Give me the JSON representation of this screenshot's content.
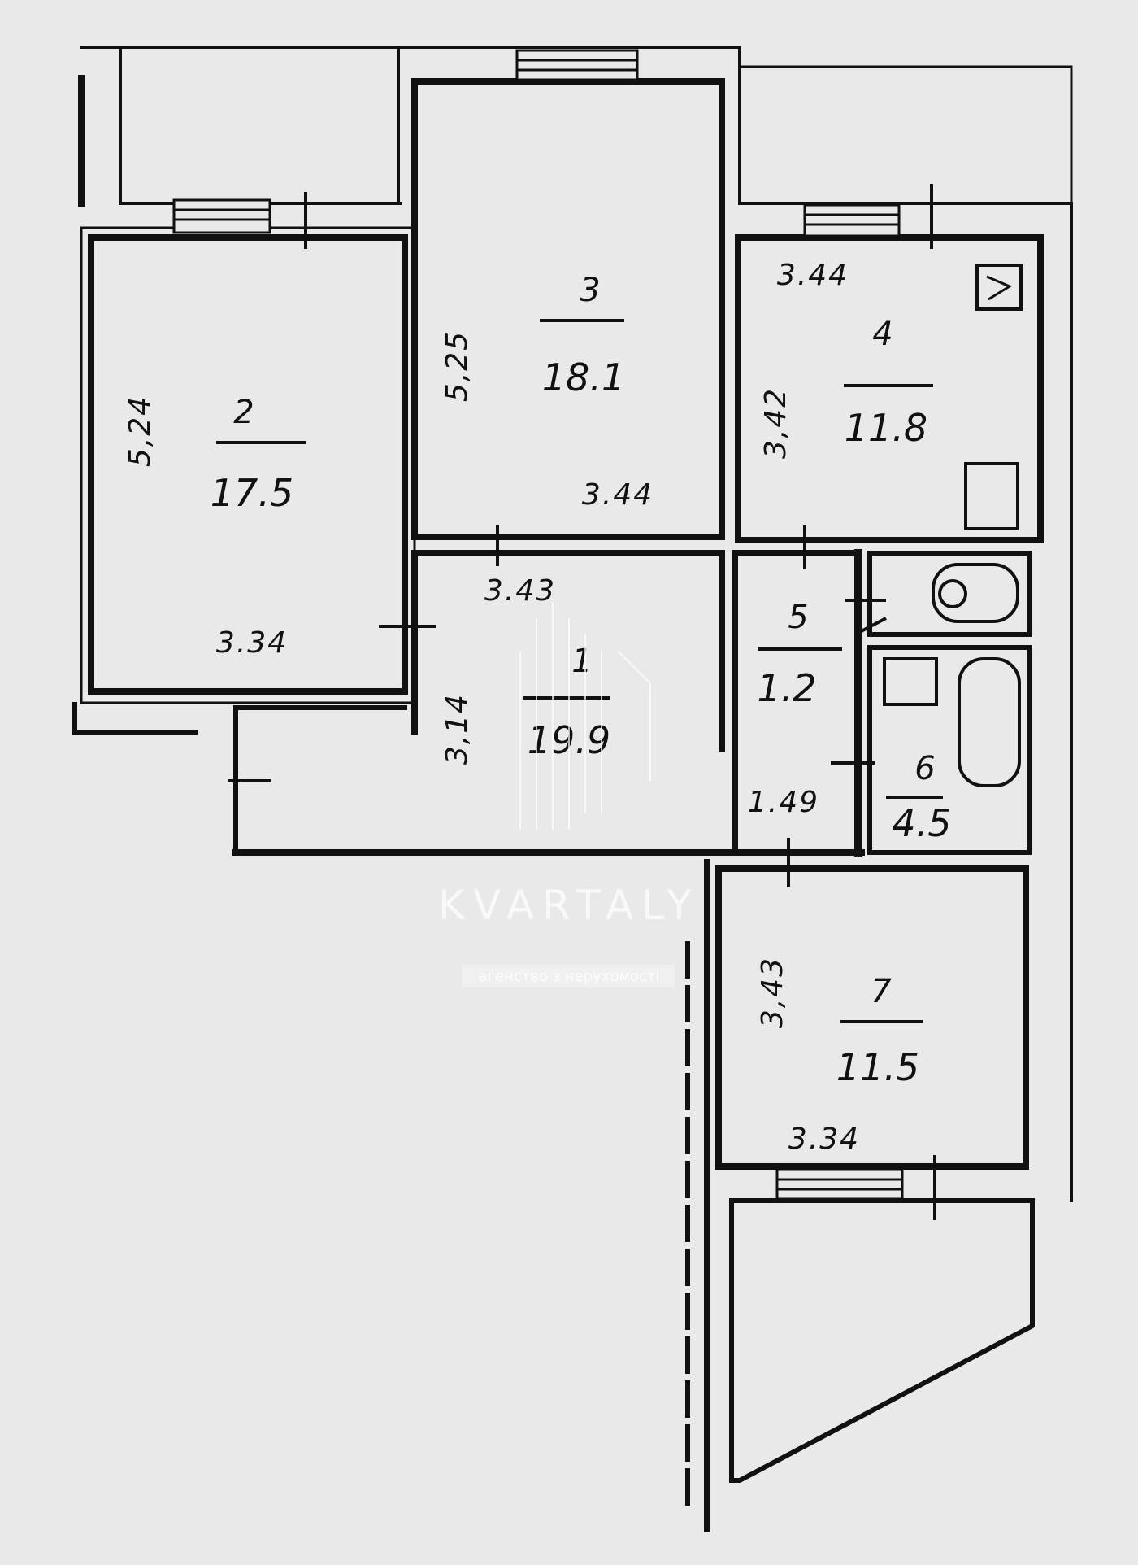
{
  "rooms": [
    {
      "id": "2",
      "number": "2",
      "area": "17.5",
      "dim_a": "5,24",
      "dim_b": "3.34"
    },
    {
      "id": "3",
      "number": "3",
      "area": "18.1",
      "dim_a": "5,25",
      "dim_b": "3.44"
    },
    {
      "id": "4",
      "number": "4",
      "area": "11.8",
      "dim_a": "3,42",
      "dim_b": "3.44"
    },
    {
      "id": "1",
      "number": "1",
      "area": "19.9",
      "dim_a": "3,14",
      "dim_b": "3.43"
    },
    {
      "id": "5",
      "number": "5",
      "area": "1.2",
      "dim_a": "1.49"
    },
    {
      "id": "6",
      "number": "6",
      "area": "4.5"
    },
    {
      "id": "7",
      "number": "7",
      "area": "11.5",
      "dim_a": "3,43",
      "dim_b": "3.34"
    }
  ],
  "watermark": {
    "brand": "KVARTALY",
    "tagline": "агенство з нерухомості"
  },
  "colors": {
    "paper": "#e9e9e9",
    "wall": "#111111",
    "watermark": "#ffffff"
  }
}
